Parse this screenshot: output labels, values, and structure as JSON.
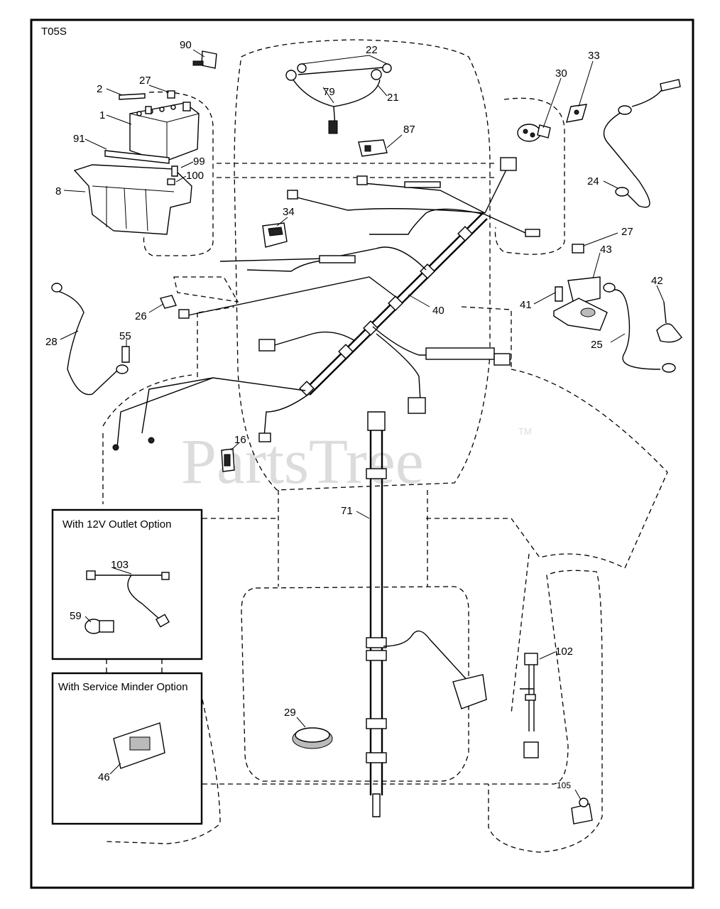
{
  "diagram_code": "T05S",
  "watermark": {
    "text": "PartsTree",
    "trademark": "TM"
  },
  "callouts": [
    "90",
    "22",
    "2",
    "27",
    "79",
    "21",
    "30",
    "33",
    "1",
    "87",
    "91",
    "99",
    "100",
    "8",
    "24",
    "34",
    "27",
    "43",
    "41",
    "42",
    "26",
    "40",
    "28",
    "55",
    "25",
    "16",
    "71",
    "103",
    "59",
    "102",
    "29",
    "46",
    "105"
  ],
  "options": [
    {
      "title": "With 12V Outlet Option",
      "parts": [
        "103",
        "59"
      ]
    },
    {
      "title": "With Service Minder Option",
      "parts": [
        "46"
      ]
    }
  ]
}
